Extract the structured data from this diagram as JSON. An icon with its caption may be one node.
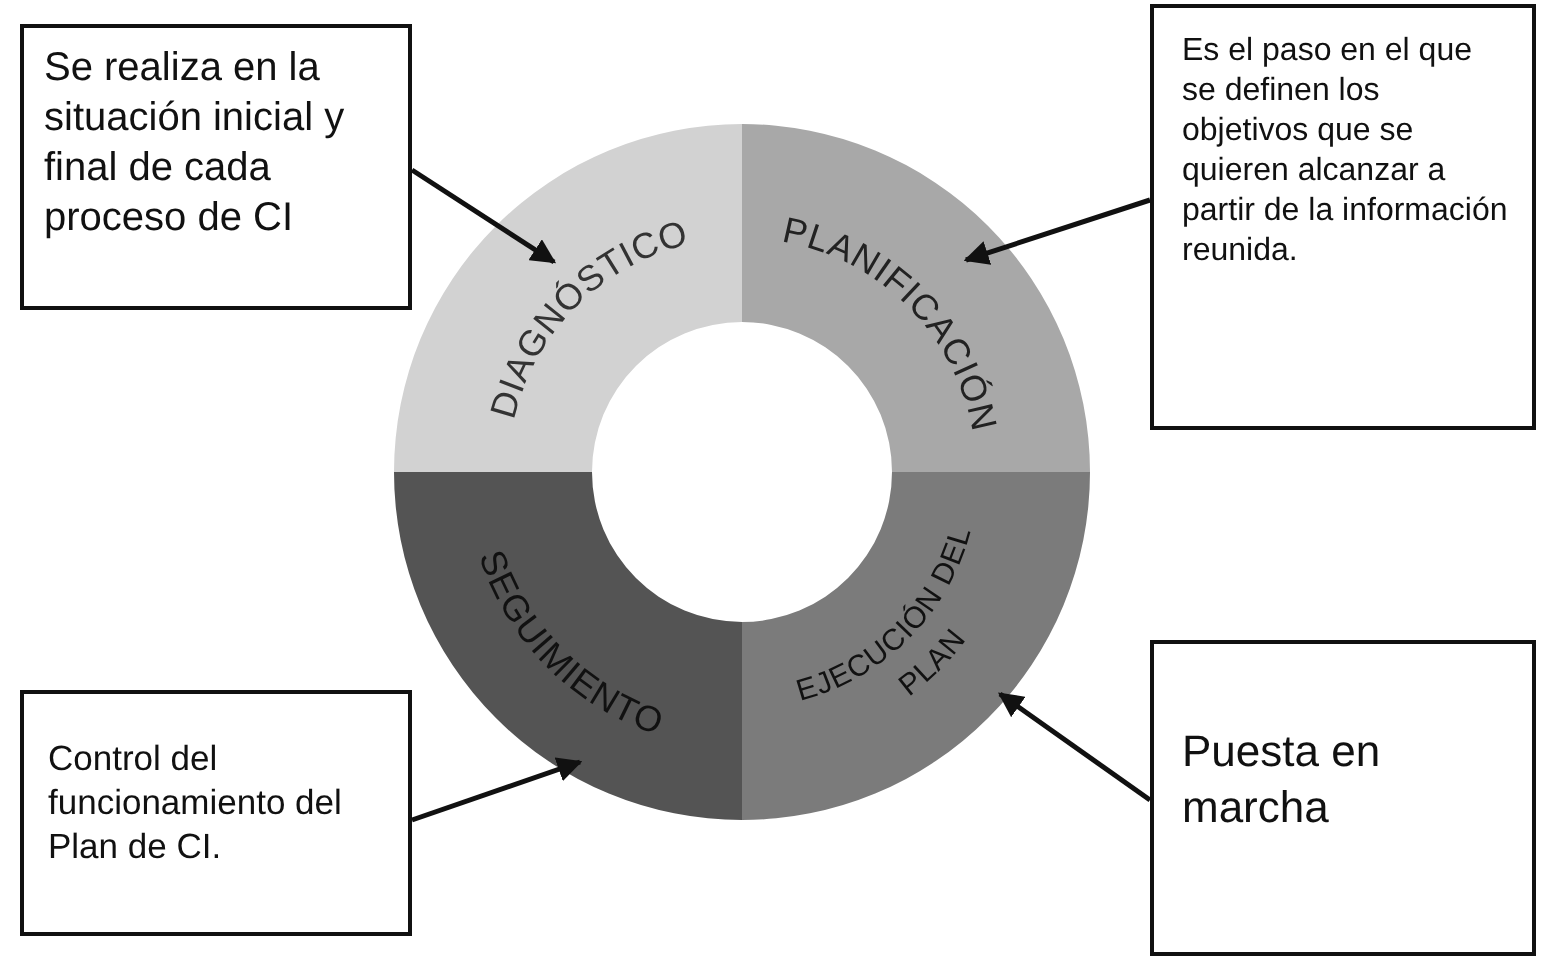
{
  "diagram": {
    "nodes": [
      {
        "text": [
          "Se realiza en la situación inicial y final de cada proceso de CI"
        ]
      },
      {
        "text": [
          "DIAGNÓSTICO"
        ]
      },
      {
        "text": [
          "PLANIFICACIÓN"
        ]
      },
      {
        "text": [
          "Es el paso en el que se definen los objetivos que se quieren alcanzar a partir de la información reunida."
        ]
      },
      {
        "text": [
          "Control del funcionamiento del Plan de CI."
        ]
      },
      {
        "text": [
          "SEGUIMIENTO"
        ]
      },
      {
        "text": [
          "EJECUCIÓN DEL PLAN"
        ]
      },
      {
        "text": [
          "Puesta en marcha"
        ]
      }
    ],
    "edges": [
      {
        "from": 0,
        "to": 1,
        "arrow": "to"
      },
      {
        "from": 3,
        "to": 2,
        "arrow": "to"
      },
      {
        "from": 4,
        "to": 5,
        "arrow": "to"
      },
      {
        "from": 7,
        "to": 6,
        "arrow": "to"
      }
    ]
  }
}
